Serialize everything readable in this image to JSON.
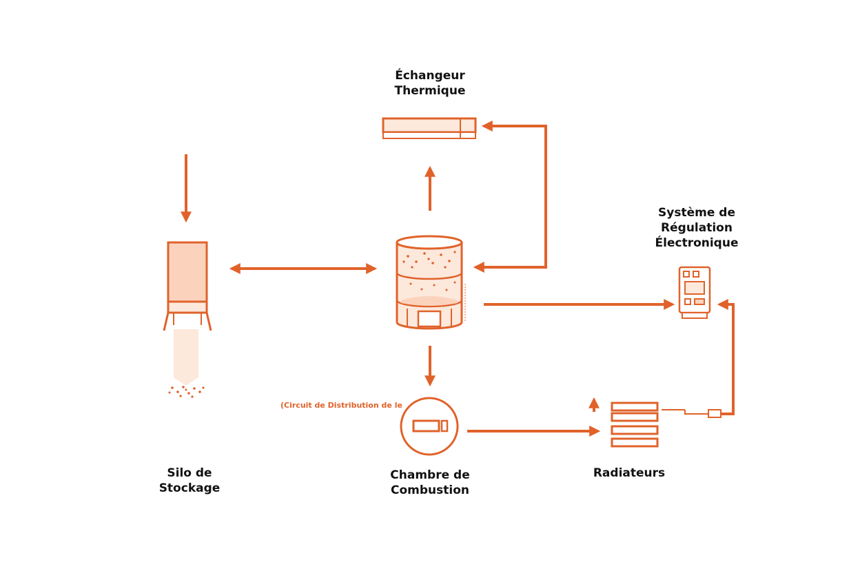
{
  "colors": {
    "accent": "#e0622a",
    "fill_light": "#fbd3bd",
    "fill_pale": "#fde8dc",
    "text": "#111111"
  },
  "nodes": {
    "exchanger": {
      "lines": [
        "Échangeur",
        "Thermique"
      ]
    },
    "silo": {
      "lines": [
        "Silo de",
        "Stockage"
      ]
    },
    "combustion": {
      "lines": [
        "Chambre de",
        "Combustion"
      ]
    },
    "radiators": {
      "lines": [
        "Radiateurs"
      ]
    },
    "regulation": {
      "lines": [
        "Système de",
        "Régulation",
        "Électronique"
      ]
    }
  },
  "annotations": {
    "circuit": "(Circuit de Distribution de le"
  },
  "icons": [
    "silo-icon",
    "boiler-icon",
    "exchanger-icon",
    "combustion-icon",
    "radiator-icon",
    "controller-icon"
  ]
}
